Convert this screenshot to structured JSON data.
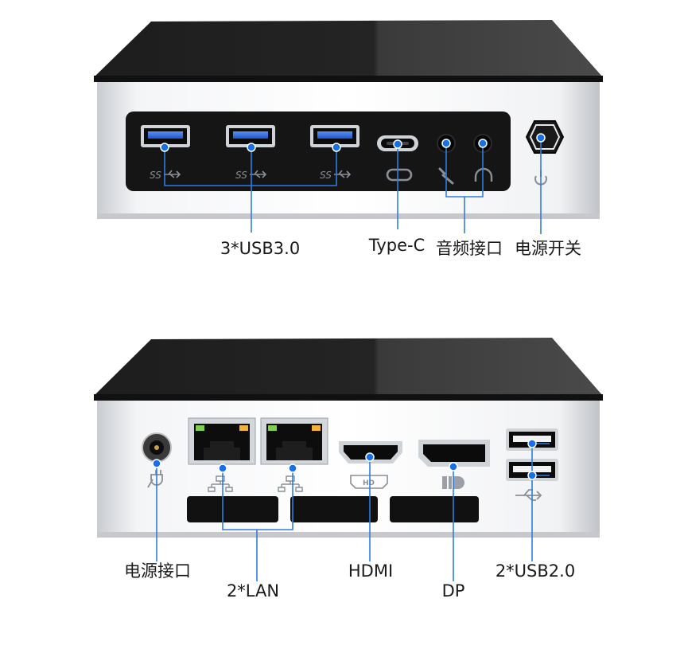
{
  "labels": {
    "front": {
      "usb3": "3*USB3.0",
      "type_c": "Type-C",
      "audio": "音频接口",
      "power_switch": "电源开关"
    },
    "rear": {
      "power_port": "电源接口",
      "lan": "2*LAN",
      "hdmi": "HDMI",
      "dp": "DP",
      "usb2": "2*USB2.0"
    }
  },
  "port_markings": {
    "usb3": "SS",
    "hdmi": "HD"
  },
  "colors": {
    "lid": "#2b2b2b",
    "chassis": "#eceef1",
    "port_panel": "#151515",
    "usb3_blue": "#2f6ee8",
    "callout_line": "#2f7de1",
    "callout_dot": "#1670e8",
    "lan_led": "#7fd04a"
  }
}
